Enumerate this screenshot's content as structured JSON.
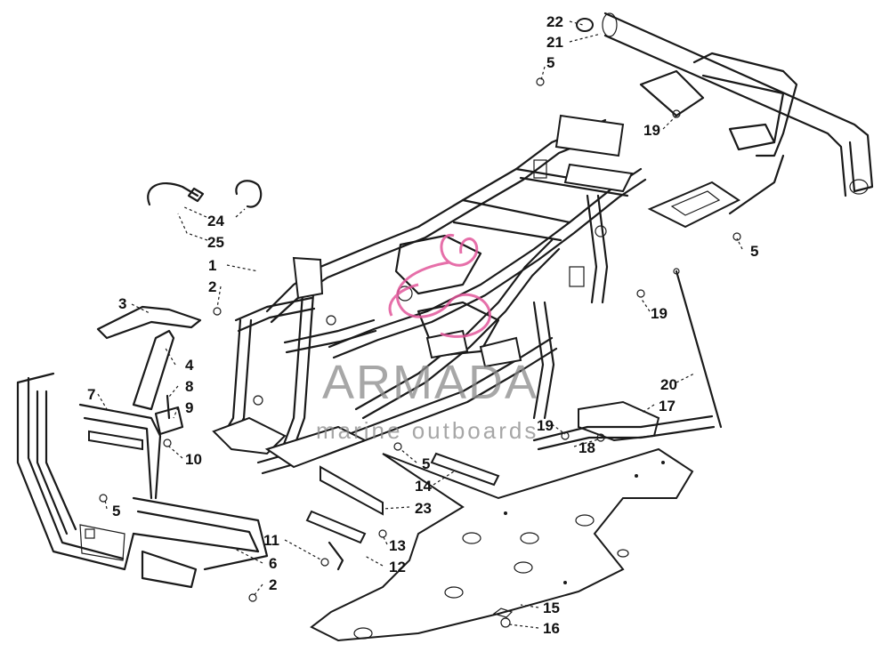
{
  "watermark": {
    "brand": "ARMADA",
    "tagline": "marine outboards",
    "logo_color": "#e2569a"
  },
  "callouts": [
    {
      "id": "c22",
      "label": "22"
    },
    {
      "id": "c21",
      "label": "21"
    },
    {
      "id": "c5a",
      "label": "5"
    },
    {
      "id": "c19a",
      "label": "19"
    },
    {
      "id": "c24",
      "label": "24"
    },
    {
      "id": "c25",
      "label": "25"
    },
    {
      "id": "c5b",
      "label": "5"
    },
    {
      "id": "c1",
      "label": "1"
    },
    {
      "id": "c2a",
      "label": "2"
    },
    {
      "id": "c3",
      "label": "3"
    },
    {
      "id": "c19b",
      "label": "19"
    },
    {
      "id": "c4",
      "label": "4"
    },
    {
      "id": "c8",
      "label": "8"
    },
    {
      "id": "c9",
      "label": "9"
    },
    {
      "id": "c7",
      "label": "7"
    },
    {
      "id": "c10",
      "label": "10"
    },
    {
      "id": "c20",
      "label": "20"
    },
    {
      "id": "c17",
      "label": "17"
    },
    {
      "id": "c19c",
      "label": "19"
    },
    {
      "id": "c18",
      "label": "18"
    },
    {
      "id": "c5c",
      "label": "5"
    },
    {
      "id": "c14",
      "label": "14"
    },
    {
      "id": "c5d",
      "label": "5"
    },
    {
      "id": "c23",
      "label": "23"
    },
    {
      "id": "c11",
      "label": "11"
    },
    {
      "id": "c13",
      "label": "13"
    },
    {
      "id": "c12",
      "label": "12"
    },
    {
      "id": "c6",
      "label": "6"
    },
    {
      "id": "c2b",
      "label": "2"
    },
    {
      "id": "c15",
      "label": "15"
    },
    {
      "id": "c16",
      "label": "16"
    }
  ]
}
